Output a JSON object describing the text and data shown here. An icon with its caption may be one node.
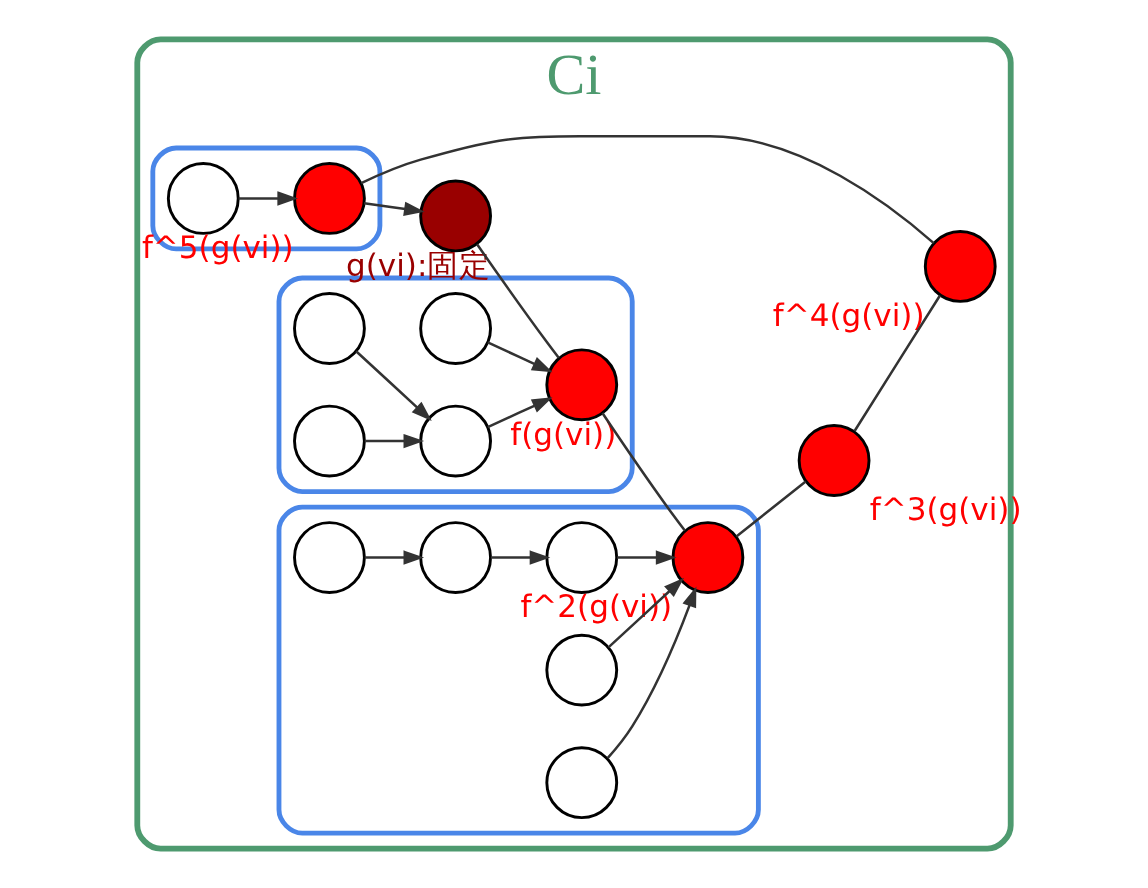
{
  "diagram": {
    "nodes": [
      {
        "text": [
          "Ci"
        ]
      },
      {
        "text": [],
        "shape": "loop",
        "in": 0
      },
      {
        "text": [],
        "shape": "circle",
        "in": 1
      },
      {
        "text": [],
        "shape": "circle",
        "in": 0,
        "beside": [
          "g(vi):固定"
        ]
      },
      {
        "text": [],
        "shape": "circle",
        "in": 1,
        "beside": [
          "f^5(g(vi))"
        ]
      },
      {
        "text": [],
        "shape": "loop",
        "in": 0
      },
      {
        "text": [],
        "shape": "circle",
        "in": 5
      },
      {
        "text": [],
        "shape": "circle",
        "in": 5
      },
      {
        "text": [],
        "shape": "circle",
        "in": 5,
        "beside": [
          "f(g(vi))"
        ]
      },
      {
        "text": [],
        "shape": "circle",
        "in": 5
      },
      {
        "text": [],
        "shape": "circle",
        "in": 5
      },
      {
        "text": [],
        "shape": "loop",
        "in": 0
      },
      {
        "text": [],
        "shape": "circle",
        "in": 11
      },
      {
        "text": [],
        "shape": "circle",
        "in": 11
      },
      {
        "text": [],
        "shape": "circle",
        "in": 11
      },
      {
        "text": [],
        "shape": "circle",
        "in": 11,
        "beside": [
          "f^2(g(vi))"
        ]
      },
      {
        "text": [],
        "shape": "circle",
        "in": 0,
        "beside": [
          "f^4(g(vi))"
        ]
      },
      {
        "text": [],
        "shape": "circle",
        "in": 11
      },
      {
        "text": [],
        "shape": "circle",
        "in": 0,
        "beside": [
          "f^3(g(vi))"
        ]
      },
      {
        "text": [],
        "shape": "circle",
        "in": 11
      }
    ],
    "edges": [
      {
        "from": 2,
        "to": 4,
        "arrow": "to"
      },
      {
        "from": 4,
        "to": 3,
        "arrow": "to"
      },
      {
        "from": 3,
        "to": 8,
        "arrow": "none"
      },
      {
        "from": 8,
        "to": 15,
        "arrow": "none"
      },
      {
        "from": 15,
        "to": 18,
        "arrow": "none"
      },
      {
        "from": 18,
        "to": 16,
        "arrow": "none"
      },
      {
        "from": 16,
        "to": 4,
        "arrow": "none"
      },
      {
        "from": 6,
        "to": 8,
        "arrow": "to"
      },
      {
        "from": 9,
        "to": 8,
        "arrow": "to"
      },
      {
        "from": 7,
        "to": 9,
        "arrow": "to"
      },
      {
        "from": 10,
        "to": 9,
        "arrow": "to"
      },
      {
        "from": 12,
        "to": 13,
        "arrow": "to"
      },
      {
        "from": 13,
        "to": 14,
        "arrow": "to"
      },
      {
        "from": 14,
        "to": 15,
        "arrow": "to"
      },
      {
        "from": 17,
        "to": 15,
        "arrow": "to"
      },
      {
        "from": 19,
        "to": 15,
        "arrow": "to"
      }
    ]
  }
}
